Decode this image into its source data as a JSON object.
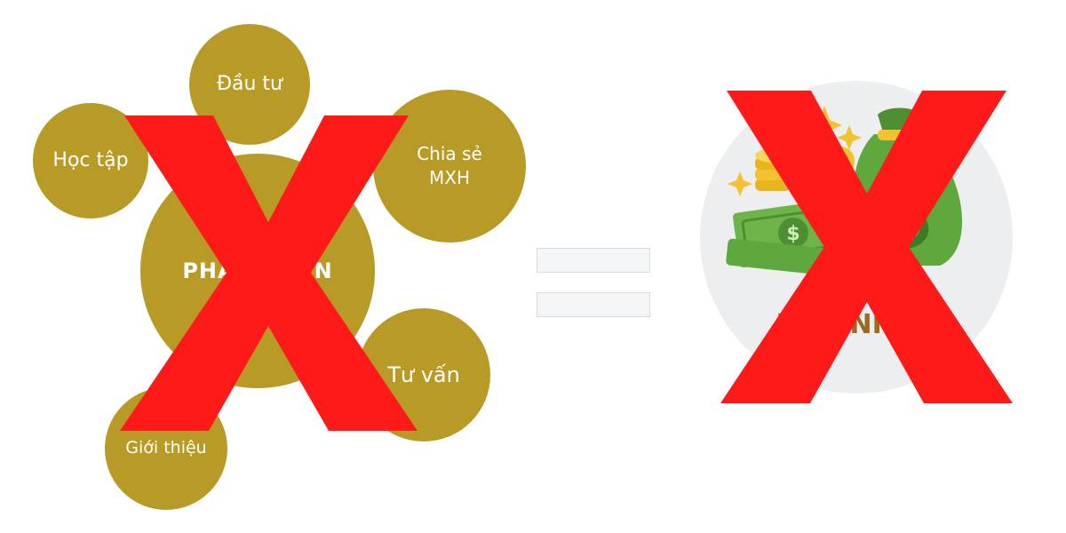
{
  "colors": {
    "bubble": "#B89B26",
    "cross": "#FF1A1A",
    "equals": "#F3F5F6",
    "money_circle": "#ECEEEF",
    "money_green": "#5FA83D",
    "money_gold": "#F2C230",
    "center_text_brown": "#9A6B20"
  },
  "diagram": {
    "center_label": "PHÁT TRIỂN",
    "bubbles": {
      "invest": "Đầu tư",
      "study": "Học tập",
      "share": "Chia sẻ\nMXH",
      "consult": "Tư vấn",
      "intro": "Giới thiệu"
    }
  },
  "money_image": {
    "caption": "THU NHẬP",
    "icons": [
      "money-bag-icon",
      "banknote-icon",
      "coin-stack-icon",
      "sparkle-icon"
    ]
  },
  "symbols": {
    "cross_icon": "x-mark-icon",
    "equals_icon": "equals-icon"
  }
}
